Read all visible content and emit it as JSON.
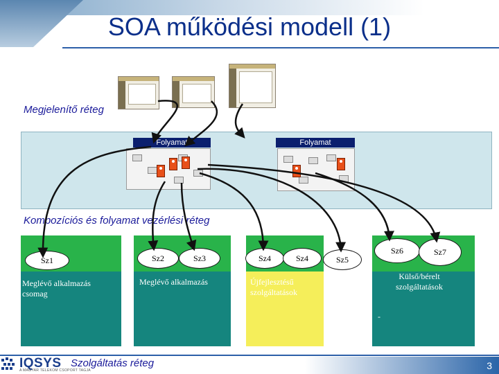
{
  "slide": {
    "title": "SOA működési modell (1)",
    "page_number": "3"
  },
  "layers": {
    "presentation": "Megjelenítő réteg",
    "composition": "Kompozíciós és folyamat vezérlési réteg",
    "service": "Szolgáltatás réteg"
  },
  "processes": [
    {
      "label": "Folyamat"
    },
    {
      "label": "Folyamat"
    }
  ],
  "services": {
    "group1": {
      "oval": "Sz1",
      "description": "Meglévő alkalmazás csomag"
    },
    "group2": {
      "ovals": [
        "Sz2",
        "Sz3"
      ],
      "description": "Meglévő alkalmazás"
    },
    "group3": {
      "ovals": [
        "Sz4",
        "Sz4"
      ],
      "description": "Újfejlesztésű szolgáltatások"
    },
    "standalone": {
      "oval": "Sz5"
    },
    "group4": {
      "ovals": [
        "Sz6",
        "Sz7"
      ],
      "description": "Külső/bérelt szolgáltatások",
      "note": "-"
    }
  },
  "footer": {
    "logo_text": "IQSYS",
    "logo_subtext": "A MAGYAR TELEKOM CSOPORT TAGJA"
  },
  "colors": {
    "title": "#0b2f8a",
    "green": "#29b34a",
    "teal": "#15857e",
    "yellow": "#f5ee5a",
    "process_bg": "#cfe6ec",
    "process_tab": "#0b1f6e",
    "footer_blue": "#2a64a8"
  }
}
